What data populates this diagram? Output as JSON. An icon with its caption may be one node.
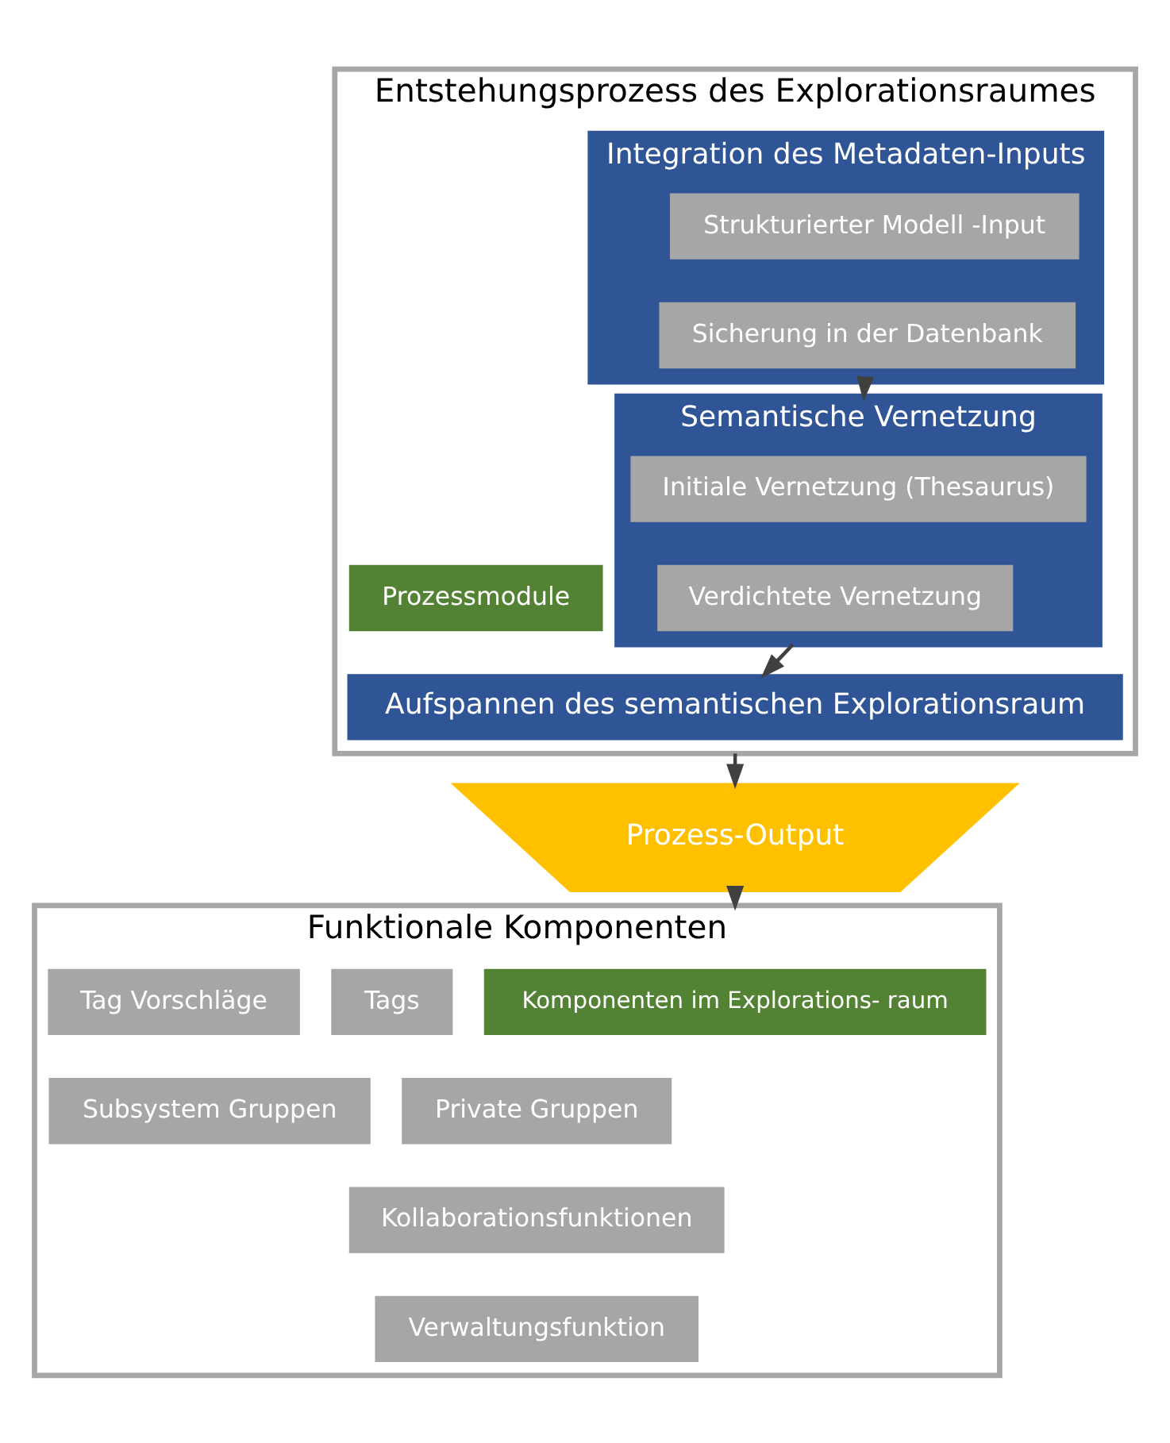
{
  "diagram": {
    "nodes": [
      {
        "text": [
          "Entstehungsprozess des Explorationsraumes"
        ]
      },
      {
        "text": [
          "Prozessmodule"
        ],
        "in": 0
      },
      {
        "text": [
          "Integration des Metadaten-Inputs"
        ],
        "in": 0
      },
      {
        "text": [
          "Strukturierter Modell -Input"
        ],
        "in": 2
      },
      {
        "text": [
          "Sicherung in der Datenbank"
        ],
        "in": 2
      },
      {
        "text": [
          "Semantische Vernetzung"
        ],
        "in": 0
      },
      {
        "text": [
          "Initiale Vernetzung (Thesaurus)"
        ],
        "in": 5
      },
      {
        "text": [
          "Verdichtete Vernetzung"
        ],
        "in": 5
      },
      {
        "text": [
          "Aufspannen des semantischen Explorationsraum"
        ],
        "in": 0
      },
      {
        "text": [
          "Prozess-Output"
        ]
      },
      {
        "text": [
          "Funktionale Komponenten"
        ]
      },
      {
        "text": [
          "Komponenten im Explorations- raum"
        ],
        "in": 10
      },
      {
        "text": [
          "Tags"
        ],
        "in": 10
      },
      {
        "text": [
          "Tag Vorschläge"
        ],
        "in": 10
      },
      {
        "text": [
          "Private Gruppen"
        ],
        "in": 10
      },
      {
        "text": [
          "Subsystem Gruppen"
        ],
        "in": 10
      },
      {
        "text": [
          "Kollaborationsfunktionen"
        ],
        "in": 10
      },
      {
        "text": [
          "Verwaltungsfunktion"
        ],
        "in": 10
      }
    ],
    "edges": [
      {
        "from": 2,
        "to": 5,
        "arrow": "to"
      },
      {
        "from": 5,
        "to": 8,
        "arrow": "to"
      },
      {
        "from": 0,
        "to": 9,
        "arrow": "to"
      },
      {
        "from": 9,
        "to": 10,
        "arrow": "to"
      }
    ]
  }
}
